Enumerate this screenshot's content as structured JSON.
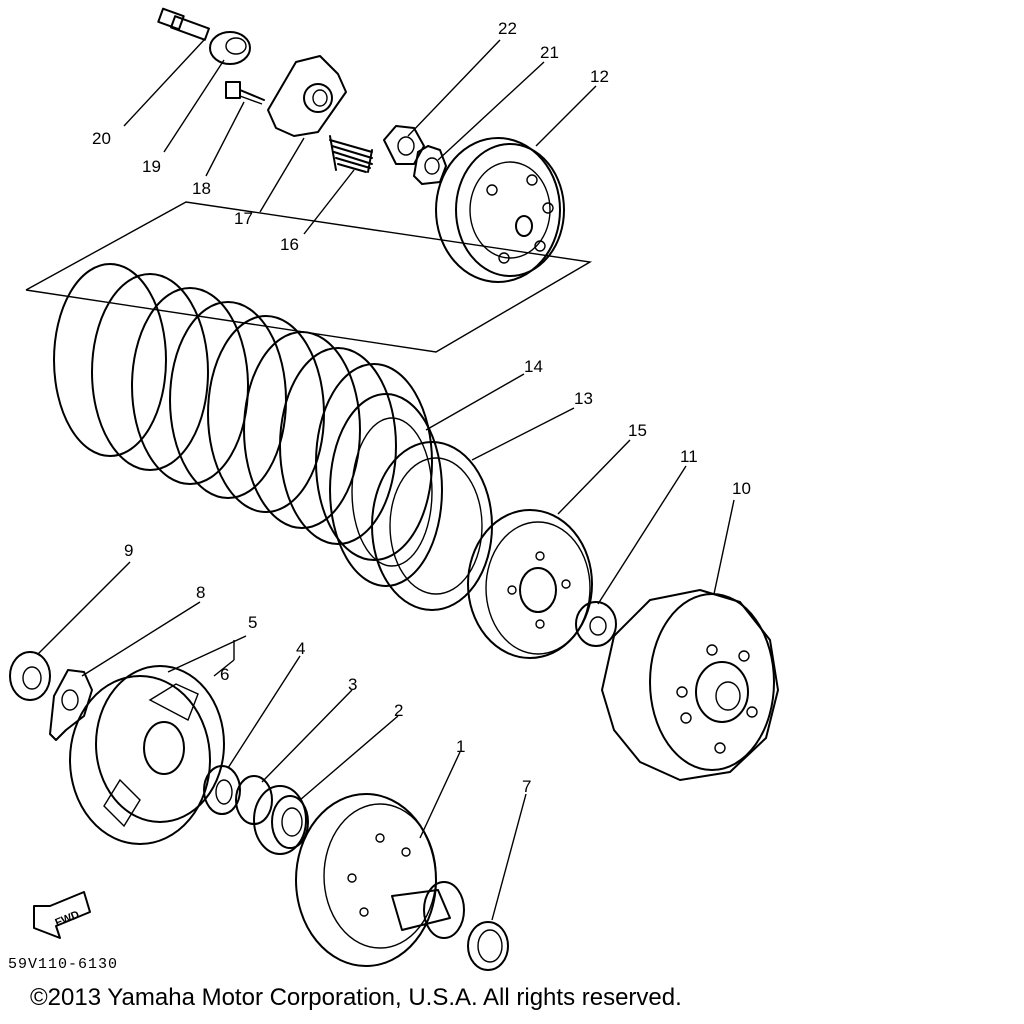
{
  "callouts": [
    {
      "label": "1"
    },
    {
      "label": "2"
    },
    {
      "label": "3"
    },
    {
      "label": "4"
    },
    {
      "label": "5"
    },
    {
      "label": "6"
    },
    {
      "label": "7"
    },
    {
      "label": "8"
    },
    {
      "label": "9"
    },
    {
      "label": "10"
    },
    {
      "label": "11"
    },
    {
      "label": "12"
    },
    {
      "label": "13"
    },
    {
      "label": "14"
    },
    {
      "label": "15"
    },
    {
      "label": "16"
    },
    {
      "label": "17"
    },
    {
      "label": "18"
    },
    {
      "label": "19"
    },
    {
      "label": "20"
    },
    {
      "label": "21"
    },
    {
      "label": "22"
    }
  ],
  "fwd_label": "FWD",
  "diagram_code": "59V110-6130",
  "copyright": "©2013 Yamaha Motor Corporation, U.S.A. All rights reserved."
}
